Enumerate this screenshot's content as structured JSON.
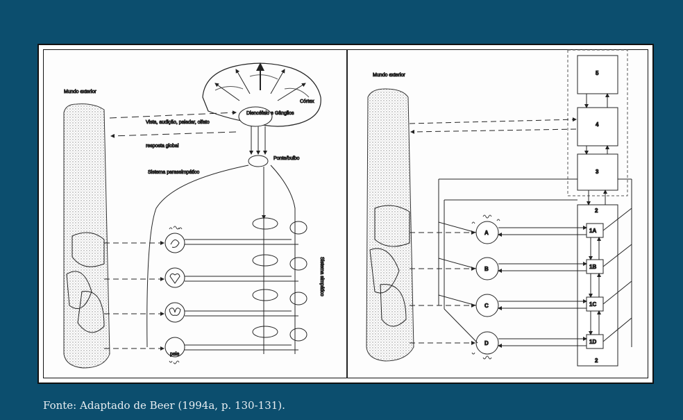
{
  "caption": "Fonte: Adaptado de Beer (1994a, p. 130-131).",
  "left_diagram": {
    "mundo_exterior": "Mundo exterior",
    "cortex": "Córtex",
    "diencefalo": "Diencéfalo e Gânglios",
    "vista": "Vista, audição, paladar, olfato",
    "resposta": "resposta global",
    "ponte_bulbo": "Ponte/bulbo",
    "parassimpatico": "Sistema parassimpático",
    "simpatico": "Sistema simpático",
    "pele": "pele"
  },
  "right_diagram": {
    "mundo_exterior": "Mundo exterior",
    "box5": "5",
    "box4": "4",
    "box3": "3",
    "box2_top": "2",
    "box2_bottom": "2",
    "sub1a": "1A",
    "sub1b": "1B",
    "sub1c": "1C",
    "sub1d": "1D",
    "circle_a": "A",
    "circle_b": "B",
    "circle_c": "C",
    "circle_d": "D"
  }
}
